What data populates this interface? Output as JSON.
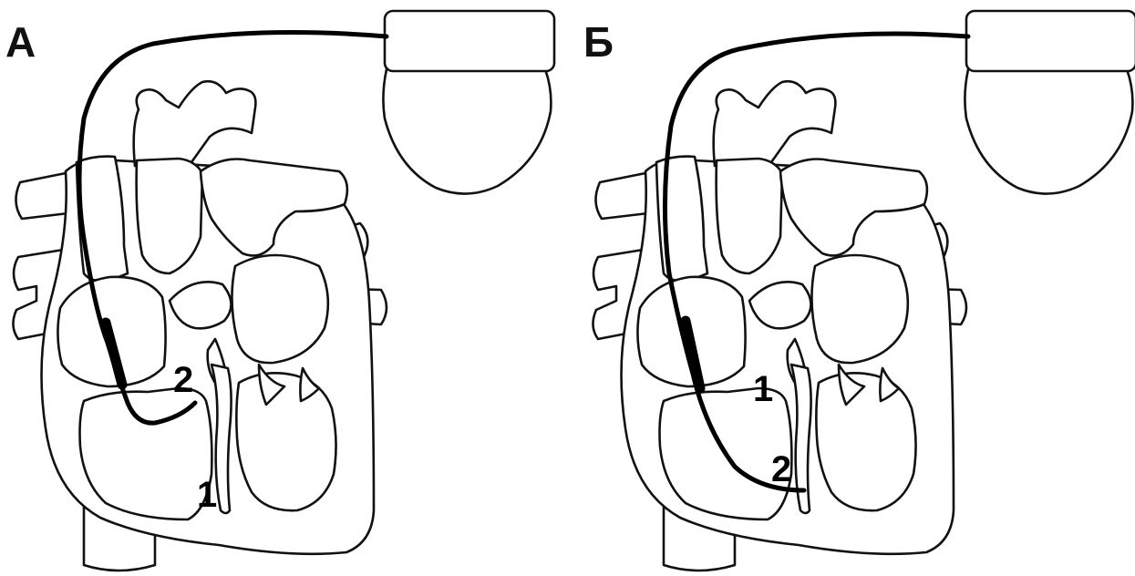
{
  "panels": [
    {
      "letter": "А",
      "labels": {
        "site_1": "1",
        "site_2": "2"
      }
    },
    {
      "letter": "Б",
      "labels": {
        "site_1": "1",
        "site_2": "2"
      }
    }
  ]
}
